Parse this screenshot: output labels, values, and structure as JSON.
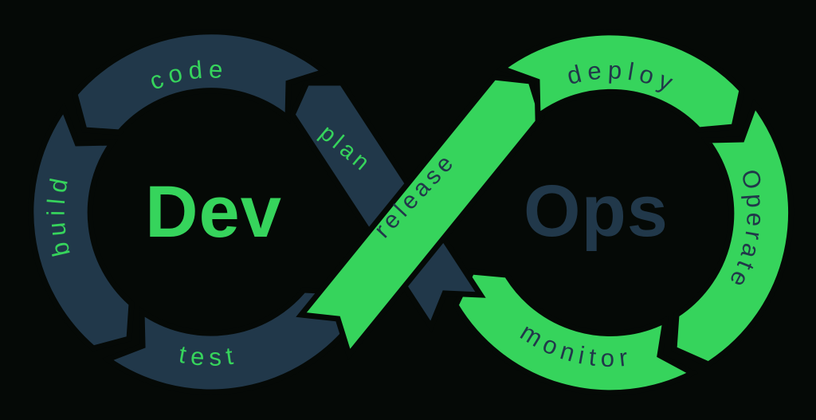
{
  "diagram_title_left": "Dev",
  "diagram_title_right": "Ops",
  "stages": [
    {
      "id": "plan",
      "label": "plan"
    },
    {
      "id": "code",
      "label": "code"
    },
    {
      "id": "build",
      "label": "build"
    },
    {
      "id": "test",
      "label": "test"
    },
    {
      "id": "release",
      "label": "release"
    },
    {
      "id": "deploy",
      "label": "deploy"
    },
    {
      "id": "operate",
      "label": "Operate"
    },
    {
      "id": "monitor",
      "label": "monitor"
    }
  ],
  "colors": {
    "dev_navy": "#21384a",
    "ops_green": "#36d45c",
    "background": "#050906"
  }
}
